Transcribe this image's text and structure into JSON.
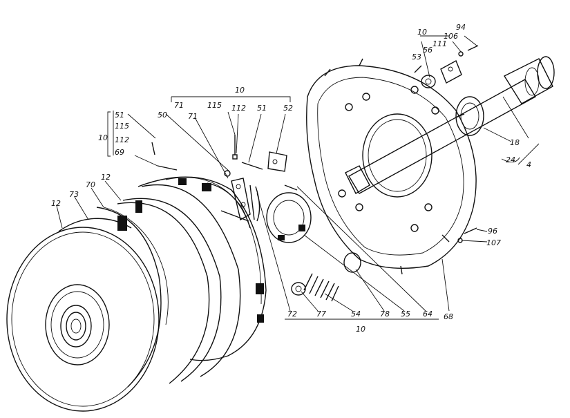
{
  "callouts": {
    "top_right": [
      "10",
      "94",
      "106",
      "111",
      "56",
      "53"
    ],
    "shaft_right": [
      "18",
      "24",
      "4"
    ],
    "upper_mid": [
      "10",
      "71",
      "115",
      "112",
      "51",
      "52",
      "50",
      "71"
    ],
    "left_group": [
      "51",
      "115",
      "112",
      "69",
      "10"
    ],
    "discs": [
      "12",
      "73",
      "70",
      "12"
    ],
    "lower_right": [
      "96",
      "107",
      "68"
    ],
    "bottom_row": [
      "72",
      "77",
      "54",
      "78",
      "55",
      "64"
    ],
    "bottom_group": "10"
  }
}
